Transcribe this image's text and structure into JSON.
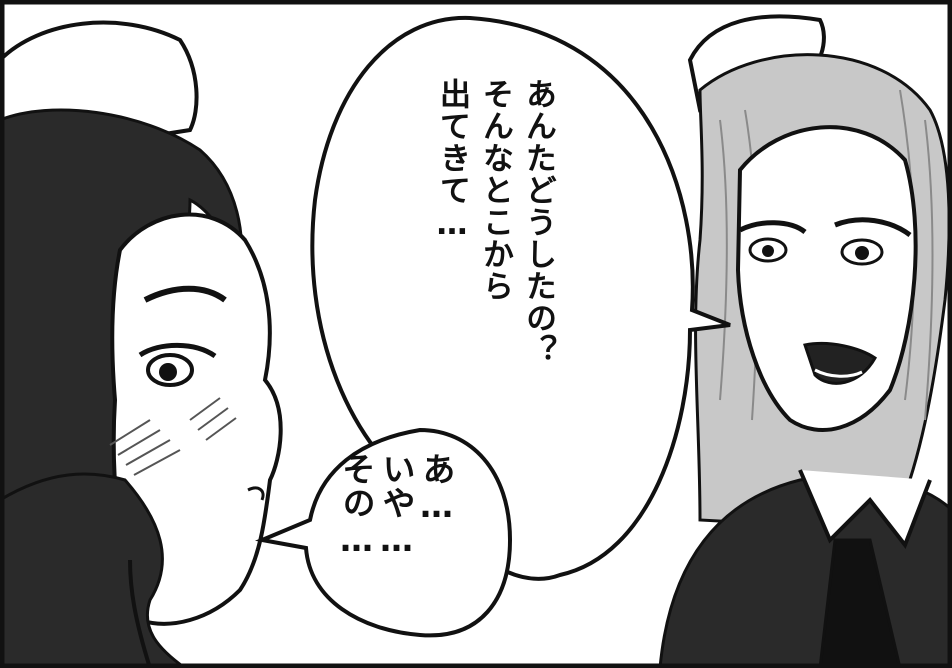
{
  "panel": {
    "characters": [
      "maid-left",
      "maid-right"
    ],
    "dialogue": {
      "right_speaker": [
        "あんたどうしたの？",
        "そんなとこから",
        "出てきて…"
      ],
      "left_speaker": [
        "あ…",
        "いや…",
        "その…"
      ]
    }
  },
  "colors": {
    "ink": "#111111",
    "paper": "#ffffff",
    "tone_dark": "#2a2a2a",
    "tone_mid": "#8a8a8a",
    "tone_light": "#c8c8c8"
  }
}
